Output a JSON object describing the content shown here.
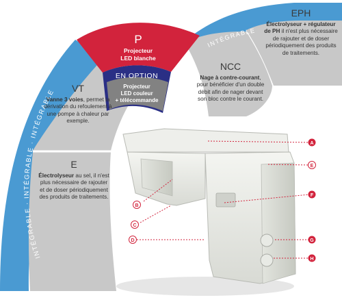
{
  "ring_label": "INTÉGRABLE",
  "ring_repeat_label": "INTÉGRABLE · INTÉGRABLE · INTÉGRABLE",
  "segments": {
    "eph": {
      "code": "EPH",
      "bold": "Électrolyseur + régulateur de PH",
      "text": "il n'est plus nécessaire de rajouter et de doser périodiquement des produits de traitements."
    },
    "ncc": {
      "code": "NCC",
      "bold": "Nage à contre-courant",
      "text": ", pour bénéficier d'un double débit afin de nager devant son bloc contre le courant."
    },
    "p": {
      "code": "P",
      "line1": "Projecteur",
      "line2": "LED blanche"
    },
    "option": {
      "label": "EN OPTION",
      "line1": "Projecteur",
      "line2": "LED couleur",
      "line3": "+ télécommande"
    },
    "vt": {
      "code": "VT",
      "bold": "Vanne 3 voies",
      "text": ", permet la dérivation du refoulement à une pompe à chaleur par exemple."
    },
    "e": {
      "code": "E",
      "bold": "Électrolyseur",
      "text": " au sel, il n'est plus nécessaire de rajouter et de doser périodiquement des produits de traitements."
    }
  },
  "callouts": [
    "A",
    "B",
    "C",
    "D",
    "E",
    "F",
    "G",
    "H"
  ],
  "colors": {
    "ring": "#4a9ad2",
    "panel": "#c8c8c8",
    "red": "#d2233c",
    "navy": "#2a2f85",
    "gray_option": "#828282",
    "marker": "#d2233c"
  }
}
